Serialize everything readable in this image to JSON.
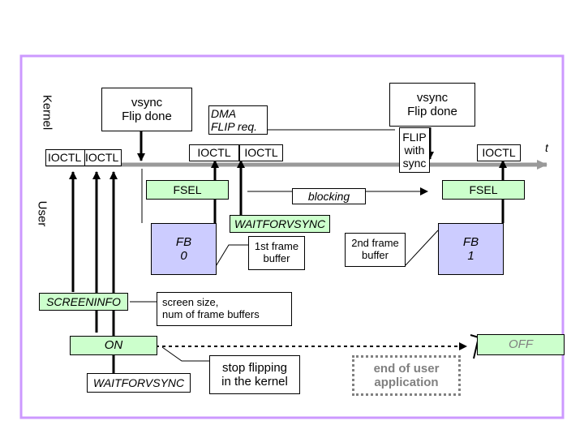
{
  "labels": {
    "kernel": "Kernel",
    "user": "User",
    "t": "t",
    "vsync_flip_done_1": "vsync\nFlip done",
    "vsync_flip_done_2": "vsync\nFlip done",
    "dma_flip_req": "DMA\nFLIP req.",
    "ioctl_1": "IOCTL",
    "ioctl_2": "IOCTL",
    "ioctl_3": "IOCTL",
    "ioctl_4": "IOCTL",
    "ioctl_5": "IOCTL",
    "flip_with_sync": "FLIP\nwith\nsync",
    "fsel_1": "FSEL",
    "fsel_2": "FSEL",
    "blocking": "blocking",
    "waitforvsync_1": "WAITFORVSYNC",
    "waitforvsync_2": "WAITFORVSYNC",
    "fb0": "FB\n0",
    "fb1": "FB\n1",
    "first_frame_buffer": "1st frame\nbuffer",
    "second_frame_buffer": "2nd frame\nbuffer",
    "screeninfo": "SCREENINFO",
    "screen_size": "screen size,\nnum of frame buffers",
    "on": "ON",
    "off": "OFF",
    "stop_flipping": "stop flipping\nin the kernel",
    "end_of_user_app": "end of user\napplication"
  },
  "colors": {
    "frame_border": "#cc99ff",
    "timeline": "#999999",
    "green_box": "#ccffcc",
    "blue_box": "#ccccff",
    "end_box_text": "#808080"
  }
}
